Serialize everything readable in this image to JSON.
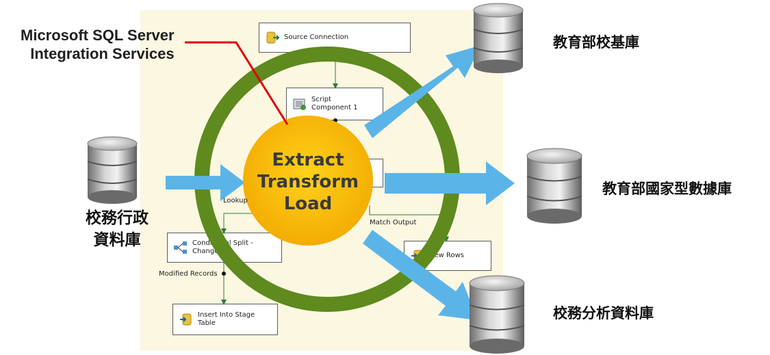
{
  "ssis_label": {
    "line1": "Microsoft SQL Server",
    "line2": "Integration Services"
  },
  "etl": {
    "line1": "Extract",
    "line2": "Transform",
    "line3": "Load"
  },
  "ssis_boxes": {
    "source_connection": "Source Connection",
    "script_component_line1": "Script",
    "script_component_line2": "Component 1",
    "conditional_split_line1": "Conditional Split -",
    "conditional_split_line2": "Changed",
    "new_rows": "New Rows",
    "insert_stage_line1": "Insert Into Stage",
    "insert_stage_line2": "Table"
  },
  "flow_labels": {
    "lookup": "Lookup",
    "match_output": "Match Output",
    "modified_records": "Modified Records"
  },
  "databases": {
    "source_line1": "校務行政",
    "source_line2": "資料庫",
    "target1": "教育部校基庫",
    "target2": "教育部國家型數據庫",
    "target3": "校務分析資料庫"
  },
  "colors": {
    "ring": "#5e8a1e",
    "etl_circle": "#f7b800",
    "arrow": "#5bb4e8",
    "pointer_line": "#e00000",
    "panel": "#fbf7e1"
  }
}
